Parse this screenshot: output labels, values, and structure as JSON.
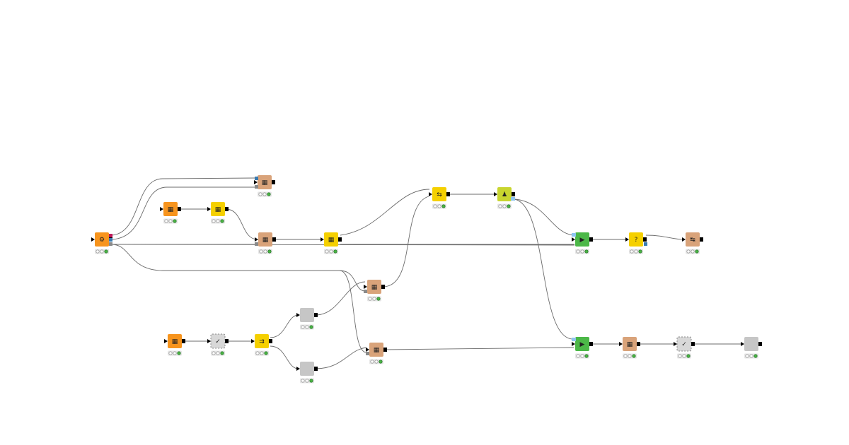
{
  "colors": {
    "source": "#f7941d",
    "manipulator": "#d9a37a",
    "transform": "#f5d000",
    "learner": "#4cb848",
    "predictor": "#c8d52f",
    "component": "#c6c6c6",
    "metanode": "#d8d8d8",
    "port_data": "#000000",
    "port_model": "#3a7bb0",
    "port_flowvar": "#c2185b",
    "port_db": "#8a8a8a",
    "port_pmml": "#8ec5f0",
    "wire": "#6b6b6b"
  },
  "nodes": [
    {
      "id": "n1",
      "kind": "source",
      "icon": "gear-source-icon",
      "glyph": "⚙"
    },
    {
      "id": "n2",
      "kind": "manipulator",
      "icon": "table-manipulator-icon",
      "glyph": "▦"
    },
    {
      "id": "n3",
      "kind": "source",
      "icon": "table-creator-icon",
      "glyph": "▦"
    },
    {
      "id": "n4",
      "kind": "transform",
      "icon": "grid-table-icon",
      "glyph": "▦"
    },
    {
      "id": "n5",
      "kind": "manipulator",
      "icon": "joiner-icon",
      "glyph": "▦"
    },
    {
      "id": "n6",
      "kind": "transform",
      "icon": "column-filter-icon",
      "glyph": "▦"
    },
    {
      "id": "n7",
      "kind": "transform",
      "icon": "loop-start-icon",
      "glyph": "⇆"
    },
    {
      "id": "n8",
      "kind": "predictor",
      "icon": "model-reader-icon",
      "glyph": "♟"
    },
    {
      "id": "n9",
      "kind": "manipulator",
      "icon": "table-joiner-icon",
      "glyph": "▦"
    },
    {
      "id": "n10",
      "kind": "learner",
      "icon": "learner-icon",
      "glyph": "▶"
    },
    {
      "id": "n11",
      "kind": "transform",
      "icon": "question-icon",
      "glyph": "?"
    },
    {
      "id": "n12",
      "kind": "manipulator",
      "icon": "flow-variable-icon",
      "glyph": "↹"
    },
    {
      "id": "n13",
      "kind": "source",
      "icon": "table-reader-icon",
      "glyph": "▦"
    },
    {
      "id": "n14",
      "kind": "metanode",
      "icon": "checkmark-icon",
      "glyph": "✓"
    },
    {
      "id": "n15",
      "kind": "transform",
      "icon": "splitter-icon",
      "glyph": "⇉"
    },
    {
      "id": "n16",
      "kind": "component",
      "icon": "component-icon",
      "glyph": ""
    },
    {
      "id": "n17",
      "kind": "component",
      "icon": "component-icon",
      "glyph": ""
    },
    {
      "id": "n18",
      "kind": "manipulator",
      "icon": "table-joiner-icon",
      "glyph": "▦"
    },
    {
      "id": "n19",
      "kind": "learner",
      "icon": "learner-icon",
      "glyph": "▶"
    },
    {
      "id": "n20",
      "kind": "manipulator",
      "icon": "table-manipulator-icon",
      "glyph": "▦"
    },
    {
      "id": "n21",
      "kind": "metanode",
      "icon": "checkmark-icon",
      "glyph": "✓"
    },
    {
      "id": "n22",
      "kind": "component",
      "icon": "component-icon",
      "glyph": ""
    }
  ],
  "connections": [
    {
      "from": "n1",
      "to": "n2"
    },
    {
      "from": "n1",
      "to": "n2"
    },
    {
      "from": "n1",
      "to": "n5"
    },
    {
      "from": "n1",
      "to": "n10"
    },
    {
      "from": "n1",
      "to": "n9"
    },
    {
      "from": "n1",
      "to": "n18"
    },
    {
      "from": "n3",
      "to": "n4"
    },
    {
      "from": "n4",
      "to": "n5"
    },
    {
      "from": "n5",
      "to": "n6"
    },
    {
      "from": "n6",
      "to": "n7"
    },
    {
      "from": "n6",
      "to": "n10"
    },
    {
      "from": "n7",
      "to": "n8"
    },
    {
      "from": "n9",
      "to": "n7"
    },
    {
      "from": "n8",
      "to": "n10"
    },
    {
      "from": "n8",
      "to": "n19"
    },
    {
      "from": "n10",
      "to": "n11"
    },
    {
      "from": "n11",
      "to": "n12"
    },
    {
      "from": "n13",
      "to": "n14"
    },
    {
      "from": "n14",
      "to": "n15"
    },
    {
      "from": "n15",
      "to": "n16"
    },
    {
      "from": "n15",
      "to": "n17"
    },
    {
      "from": "n16",
      "to": "n9"
    },
    {
      "from": "n17",
      "to": "n18"
    },
    {
      "from": "n18",
      "to": "n19"
    },
    {
      "from": "n19",
      "to": "n20"
    },
    {
      "from": "n20",
      "to": "n21"
    },
    {
      "from": "n21",
      "to": "n22"
    }
  ]
}
